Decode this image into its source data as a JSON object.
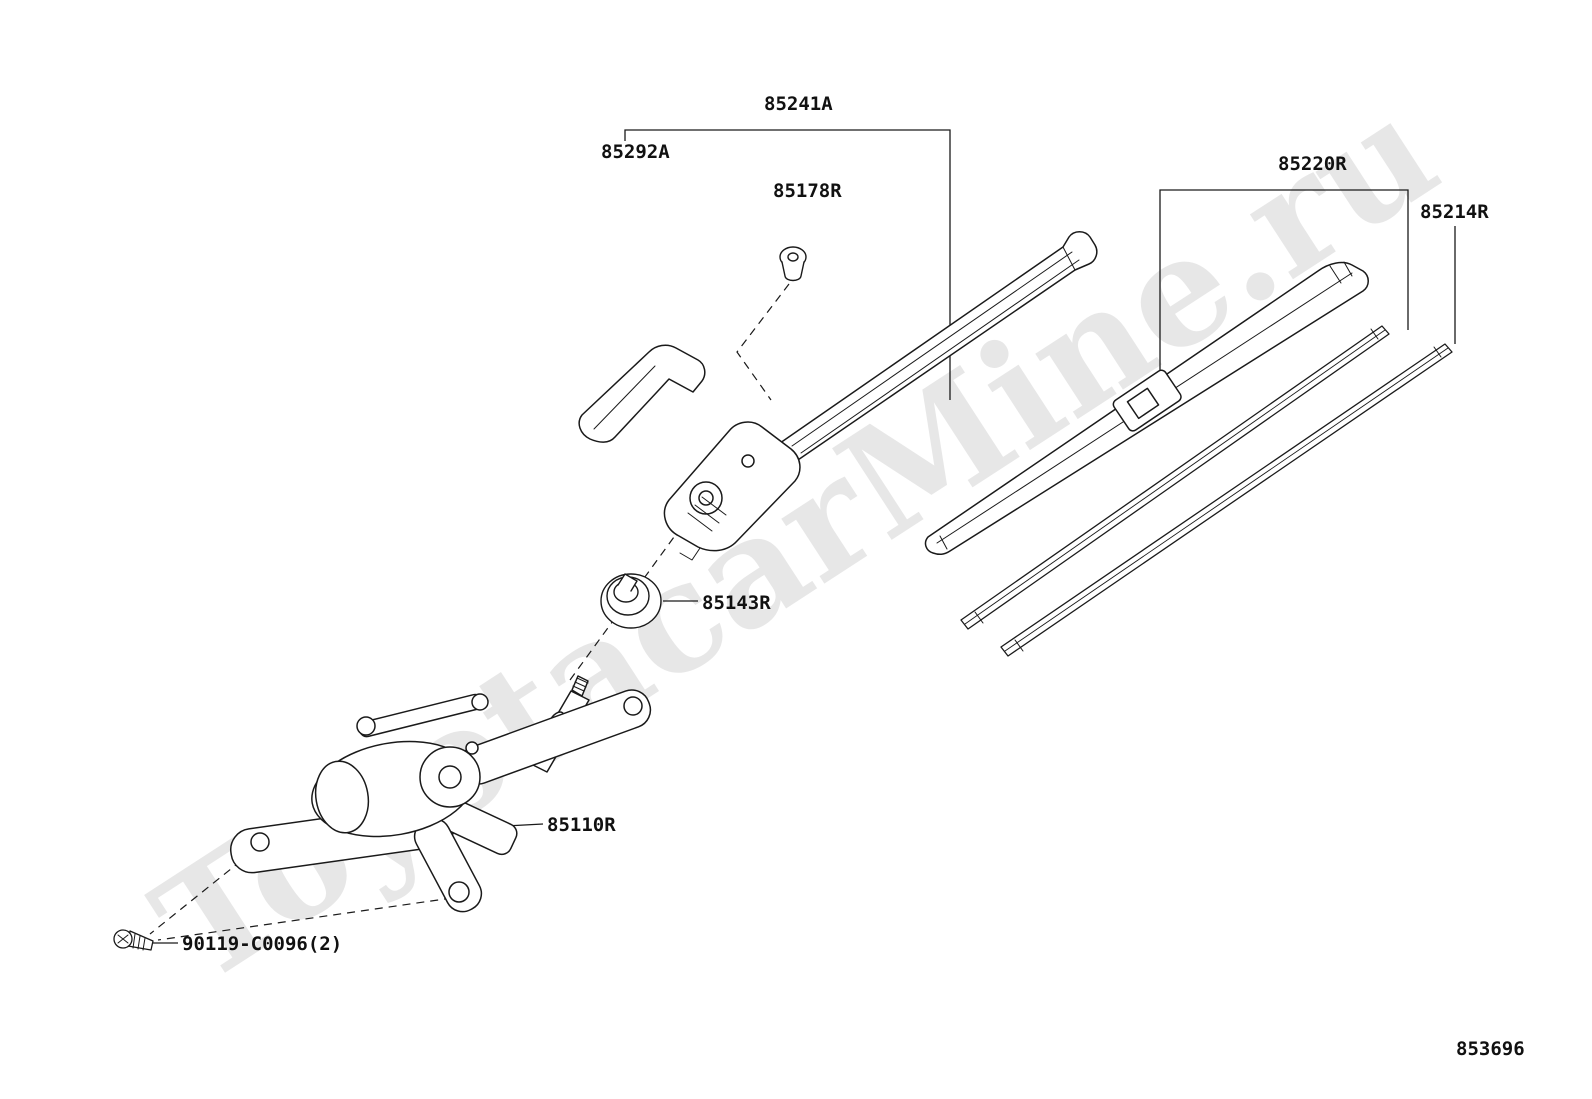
{
  "watermark": "ToyotacarMine.ru",
  "footer": {
    "diagram_number": "853696"
  },
  "labels": {
    "arm_assembly": "85241A",
    "arm_cover": "85292A",
    "pivot_cap": "85178R",
    "blade_assembly": "85220R",
    "blade_rubber": "85214R",
    "pivot_grommet": "85143R",
    "motor": "85110R",
    "screw": "90119-C0096(2)"
  }
}
